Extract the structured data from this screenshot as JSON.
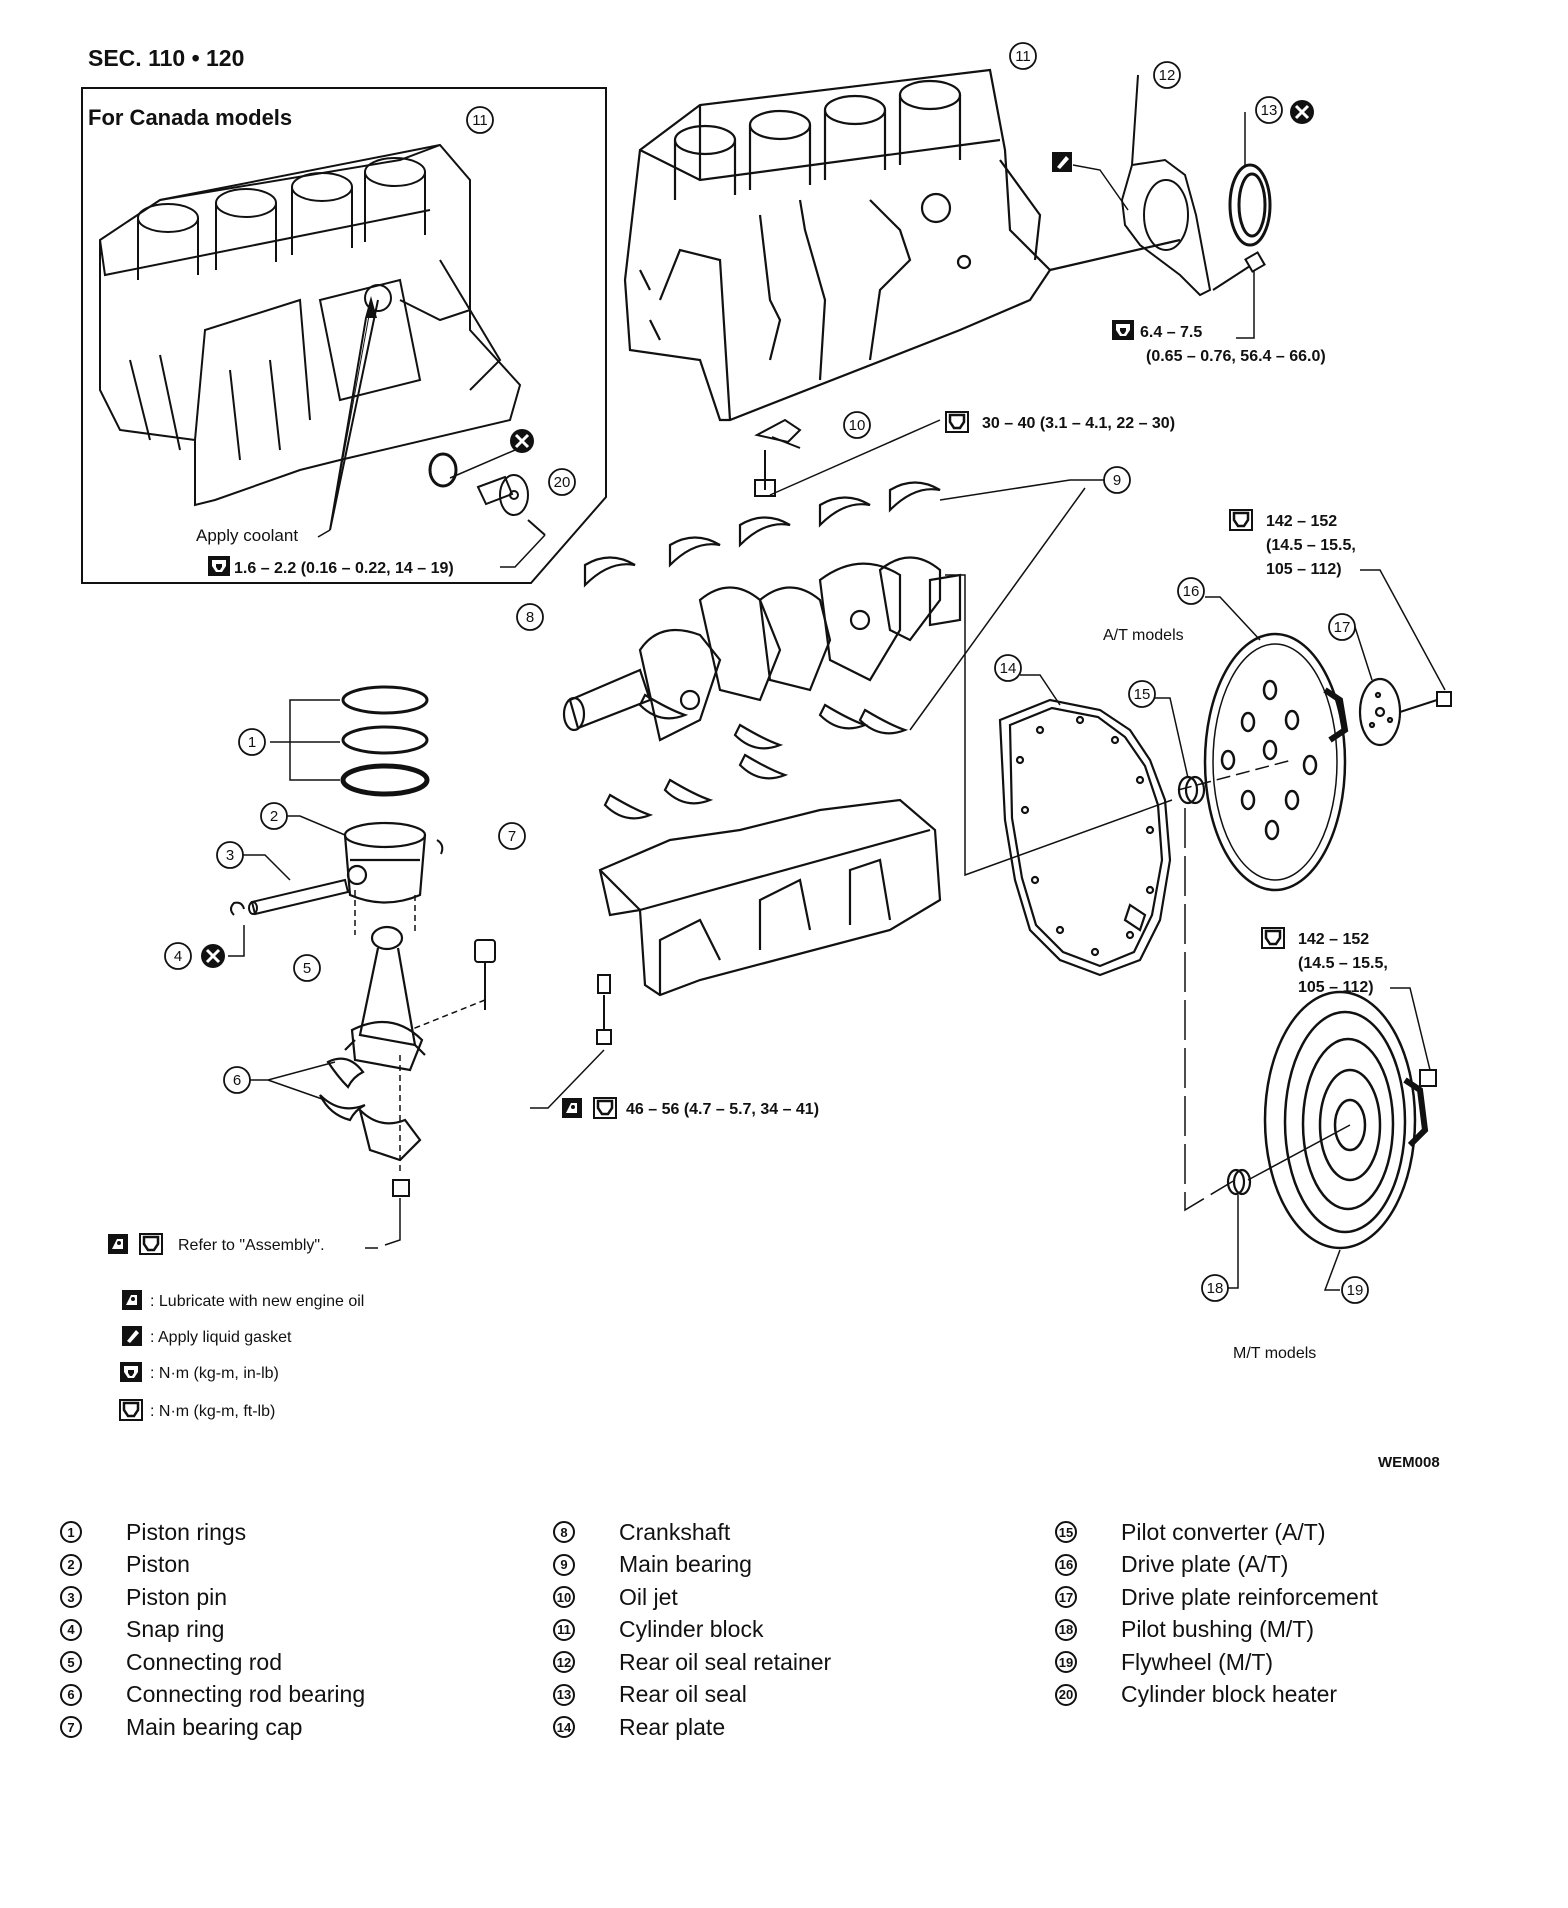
{
  "header": {
    "section": "SEC. 110 • 120"
  },
  "canada_box": {
    "title": "For Canada models"
  },
  "labels": {
    "apply_coolant": "Apply coolant",
    "at_models": "A/T models",
    "mt_models": "M/T models",
    "figure_id": "WEM008",
    "refer_assembly": "Refer to \"Assembly\"."
  },
  "torque_specs": {
    "heater_bolt": "1.6 – 2.2 (0.16 – 0.22, 14 – 19)",
    "retainer_bolt_line1": "6.4 – 7.5",
    "retainer_bolt_line2": "(0.65 – 0.76, 56.4 – 66.0)",
    "oil_jet": "30 – 40 (3.1 – 4.1, 22 – 30)",
    "drive_plate_line1": "142 – 152",
    "drive_plate_line2": "(14.5 – 15.5,",
    "drive_plate_line3": "105 – 112)",
    "flywheel_line1": "142 – 152",
    "flywheel_line2": "(14.5 – 15.5,",
    "flywheel_line3": "105 – 112)",
    "main_cap_bolt": "46 – 56 (4.7 – 5.7, 34 – 41)"
  },
  "symbol_key": [
    {
      "icon": "oil-can-icon",
      "text": ": Lubricate with new engine oil"
    },
    {
      "icon": "liquid-gasket-icon",
      "text": ": Apply liquid gasket"
    },
    {
      "icon": "torque-inlb-icon",
      "text": ": N·m (kg-m, in-lb)"
    },
    {
      "icon": "torque-ftlb-icon",
      "text": ": N·m (kg-m, ft-lb)"
    }
  ],
  "callouts": [
    "1",
    "2",
    "3",
    "4",
    "5",
    "6",
    "7",
    "8",
    "9",
    "10",
    "11",
    "12",
    "13",
    "14",
    "15",
    "16",
    "17",
    "18",
    "19",
    "20"
  ],
  "legend": {
    "col1": [
      {
        "num": "1",
        "label": "Piston rings"
      },
      {
        "num": "2",
        "label": "Piston"
      },
      {
        "num": "3",
        "label": "Piston pin"
      },
      {
        "num": "4",
        "label": "Snap ring"
      },
      {
        "num": "5",
        "label": "Connecting rod"
      },
      {
        "num": "6",
        "label": "Connecting rod bearing"
      },
      {
        "num": "7",
        "label": "Main bearing cap"
      }
    ],
    "col2": [
      {
        "num": "8",
        "label": "Crankshaft"
      },
      {
        "num": "9",
        "label": "Main bearing"
      },
      {
        "num": "10",
        "label": "Oil jet"
      },
      {
        "num": "11",
        "label": "Cylinder block"
      },
      {
        "num": "12",
        "label": "Rear oil seal retainer"
      },
      {
        "num": "13",
        "label": "Rear oil seal"
      },
      {
        "num": "14",
        "label": "Rear plate"
      }
    ],
    "col3": [
      {
        "num": "15",
        "label": "Pilot converter (A/T)"
      },
      {
        "num": "16",
        "label": "Drive plate (A/T)"
      },
      {
        "num": "17",
        "label": "Drive plate reinforcement"
      },
      {
        "num": "18",
        "label": "Pilot bushing (M/T)"
      },
      {
        "num": "19",
        "label": "Flywheel (M/T)"
      },
      {
        "num": "20",
        "label": "Cylinder block heater"
      }
    ]
  }
}
